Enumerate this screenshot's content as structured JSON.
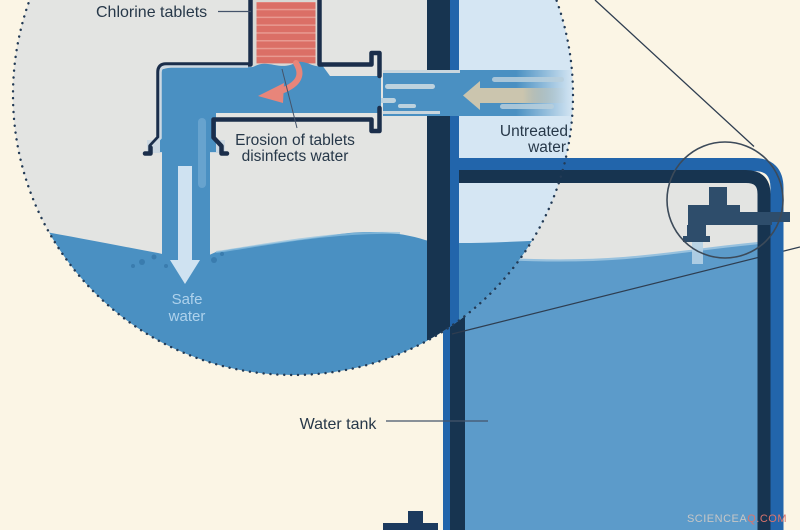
{
  "diagram": {
    "title_context": "Water chlorination system diagram",
    "labels": {
      "chlorine_tablets": "Chlorine tablets",
      "erosion_line1": "Erosion of tablets",
      "erosion_line2": "disinfects water",
      "untreated_line1": "Untreated",
      "untreated_line2": "water",
      "safe_line1": "Safe",
      "safe_line2": "water",
      "water_tank": "Water tank"
    },
    "watermark": {
      "gray_part": "SCIENCEA",
      "red_part": "Q.COM"
    },
    "colors": {
      "background_cream": "#fbf5e5",
      "magnifier_interior_gray": "#e3e4e2",
      "tank_interior_pale_blue": "#d5e6f3",
      "pipe_water_blue": "#4a90c2",
      "tank_water_blue": "#5c9bca",
      "frame_navy_dark": "#173450",
      "frame_bright_blue": "#2265ab",
      "pipe_outline_navy": "#1b2e4b",
      "chlorine_tablet_red": "#db6f66",
      "chlorine_tablet_gap": "#e89a91",
      "erosion_arrow_salmon": "#e8857a",
      "flow_arrow_beige": "#cbc5ae",
      "safe_arrow_light_blue": "#cfe2f1",
      "tap_slate_blue": "#2e4d6b",
      "label_text_navy": "#273849",
      "safe_water_text": "#aed2ec"
    }
  }
}
